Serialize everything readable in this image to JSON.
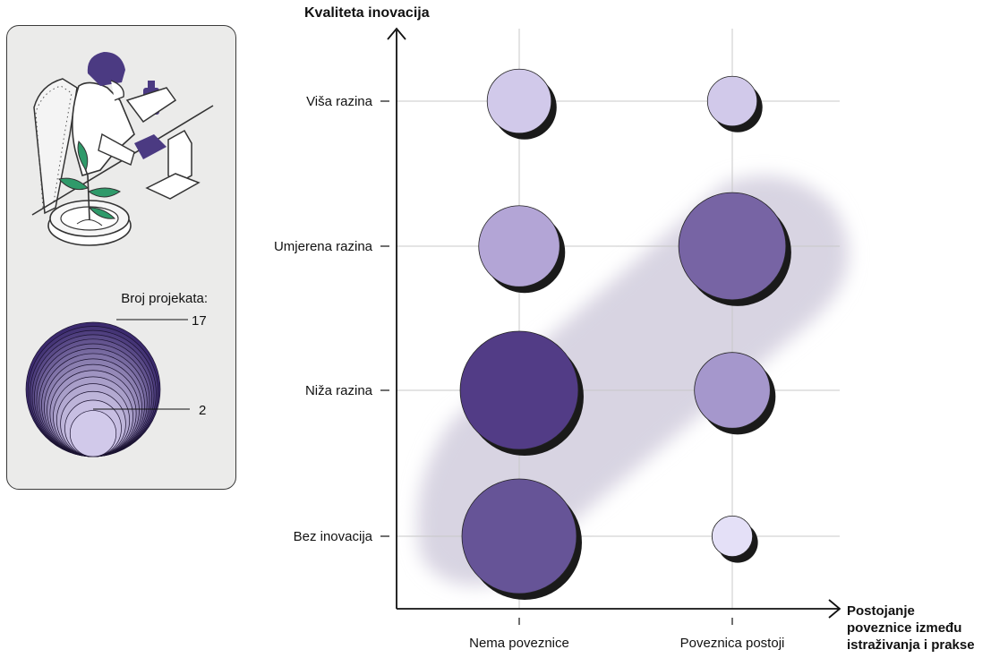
{
  "chart_data": {
    "type": "bubble",
    "ylabel": "Kvaliteta inovacija",
    "xlabel_lines": [
      "Postojanje",
      "poveznice između",
      "istraživanja i prakse"
    ],
    "x_categories": [
      "Nema poveznice",
      "Poveznica postoji"
    ],
    "y_categories": [
      "Bez inovacija",
      "Niža razina",
      "Umjerena razina",
      "Viša razina"
    ],
    "points": [
      {
        "x": "Nema poveznice",
        "y": "Viša razina",
        "projects": 5,
        "color": "#d1c9ea"
      },
      {
        "x": "Poveznica postoji",
        "y": "Viša razina",
        "projects": 3,
        "color": "#d1c9ea"
      },
      {
        "x": "Nema poveznice",
        "y": "Umjerena razina",
        "projects": 8,
        "color": "#b3a5d6"
      },
      {
        "x": "Poveznica postoji",
        "y": "Umjerena razina",
        "projects": 14,
        "color": "#7764a4"
      },
      {
        "x": "Nema poveznice",
        "y": "Niža razina",
        "projects": 17,
        "color": "#523c86"
      },
      {
        "x": "Poveznica postoji",
        "y": "Niža razina",
        "projects": 7,
        "color": "#a597cc"
      },
      {
        "x": "Nema poveznice",
        "y": "Bez inovacija",
        "projects": 16,
        "color": "#665497"
      },
      {
        "x": "Poveznica postoji",
        "y": "Bez inovacija",
        "projects": 2,
        "color": "#e4e0f7"
      }
    ],
    "legend": {
      "title": "Broj projekata:",
      "max": 17,
      "min": 2
    },
    "highlight_band_color": "#d8d4e2",
    "grid": true
  }
}
